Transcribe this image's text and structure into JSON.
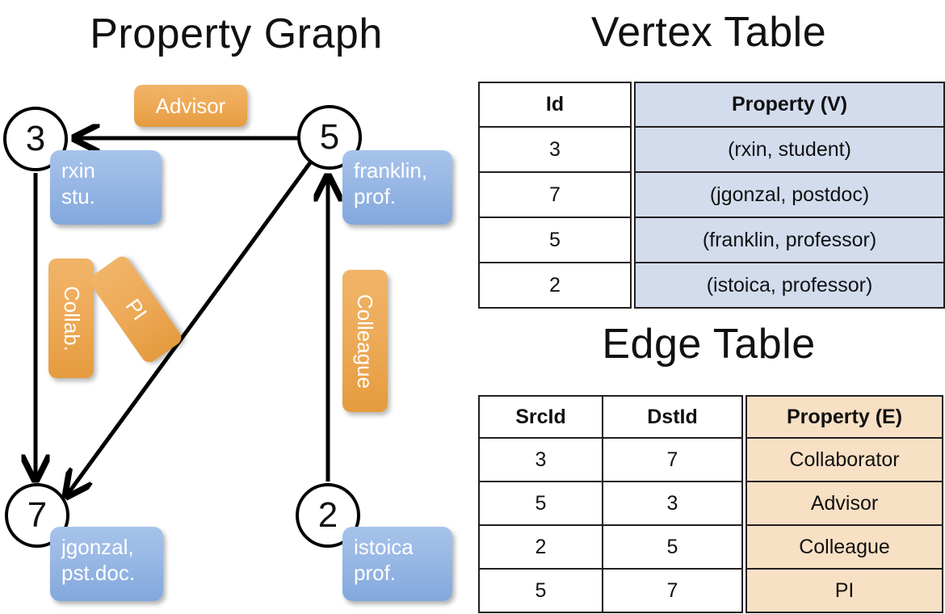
{
  "titles": {
    "property_graph": "Property Graph",
    "vertex_table": "Vertex Table",
    "edge_table": "Edge Table"
  },
  "graph": {
    "vertices": [
      {
        "id": "3",
        "property": "rxin\nstu.",
        "property_line1": "rxin",
        "property_line2": "stu."
      },
      {
        "id": "5",
        "property": "franklin, prof.",
        "property_line1": "franklin,",
        "property_line2": "prof."
      },
      {
        "id": "7",
        "property": "jgonzal, pst.doc.",
        "property_line1": "jgonzal,",
        "property_line2": "pst.doc."
      },
      {
        "id": "2",
        "property": "istoica prof.",
        "property_line1": "istoica",
        "property_line2": "prof."
      }
    ],
    "edge_labels": [
      {
        "name": "advisor",
        "text": "Advisor",
        "orientation": "horizontal"
      },
      {
        "name": "collab",
        "text": "Collab.",
        "orientation": "vertical"
      },
      {
        "name": "pi",
        "text": "PI",
        "orientation": "diagonal"
      },
      {
        "name": "colleague",
        "text": "Colleague",
        "orientation": "vertical"
      }
    ]
  },
  "vertex_table": {
    "columns": [
      "Id",
      "Property (V)"
    ],
    "rows": [
      {
        "id": "3",
        "property": "(rxin, student)"
      },
      {
        "id": "7",
        "property": "(jgonzal, postdoc)"
      },
      {
        "id": "5",
        "property": "(franklin, professor)"
      },
      {
        "id": "2",
        "property": "(istoica, professor)"
      }
    ]
  },
  "edge_table": {
    "columns": [
      "SrcId",
      "DstId",
      "Property (E)"
    ],
    "rows": [
      {
        "src": "3",
        "dst": "7",
        "property": "Collaborator"
      },
      {
        "src": "5",
        "dst": "3",
        "property": "Advisor"
      },
      {
        "src": "2",
        "dst": "5",
        "property": "Colleague"
      },
      {
        "src": "5",
        "dst": "7",
        "property": "PI"
      }
    ]
  },
  "colors": {
    "vertex_property_blue": "#9cbae6",
    "edge_label_orange": "#eeab59",
    "vertex_table_blue": "#d2dced",
    "edge_table_peach": "#f8e0c5",
    "stroke": "#000000"
  }
}
